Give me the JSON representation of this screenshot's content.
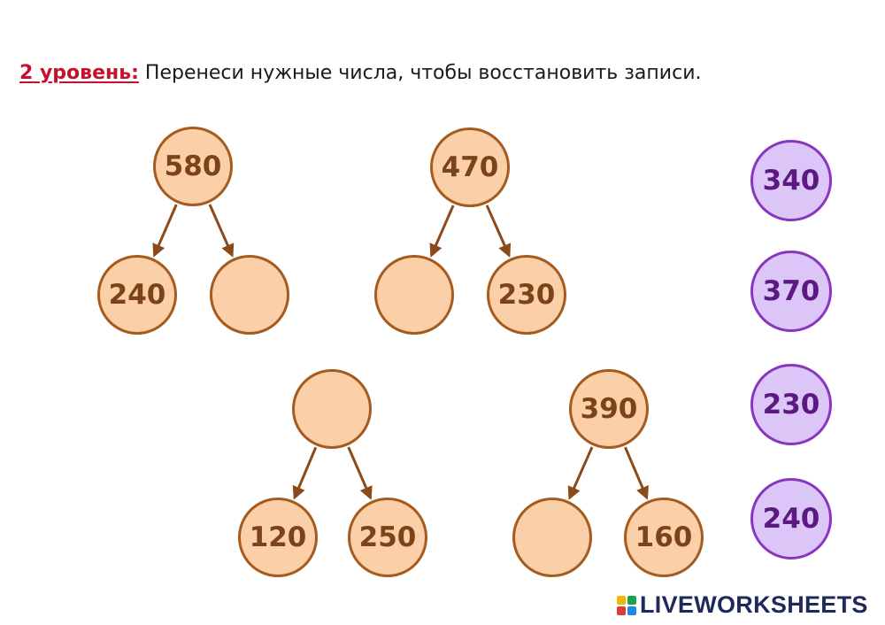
{
  "header": {
    "level_label": "2 уровень:",
    "instruction": "Перенеси нужные числа, чтобы восстановить записи."
  },
  "trees": [
    {
      "top": "580",
      "left": "240",
      "right": ""
    },
    {
      "top": "470",
      "left": "",
      "right": "230"
    },
    {
      "top": "",
      "left": "120",
      "right": "250"
    },
    {
      "top": "390",
      "left": "",
      "right": "160"
    }
  ],
  "answer_chips": [
    "340",
    "370",
    "230",
    "240"
  ],
  "footer": {
    "brand": "LIVEWORKSHEETS",
    "logo_colors": [
      "#f2b705",
      "#1aa34a",
      "#e53935",
      "#1e88e5"
    ]
  },
  "colors": {
    "level_red": "#c8102e",
    "node_fill": "#fbcfa7",
    "node_border": "#a55a1e",
    "chip_fill": "#dcc6f7",
    "chip_border": "#8a35bf"
  }
}
